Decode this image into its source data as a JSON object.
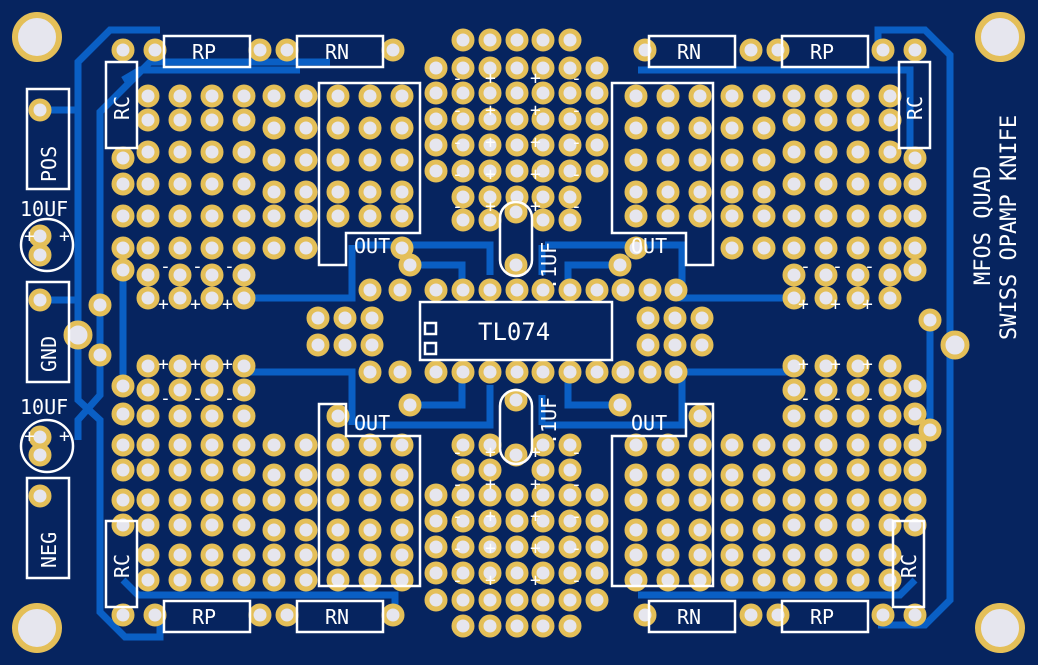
{
  "board": {
    "title_line1": "MFOS QUAD",
    "title_line2": "SWISS OPAMP KNIFE",
    "colors": {
      "substrate": "#06245f",
      "trace": "#0a5fc4",
      "pad_ring": "#e4bf58",
      "pad_hole": "#e6e6ee",
      "silkscreen": "#ffffff"
    }
  },
  "connectors": {
    "pos": "POS",
    "gnd": "GND",
    "neg": "NEG"
  },
  "capacitors": {
    "electrolytic_top": "10UF",
    "electrolytic_bottom": "10UF",
    "ceramic_top": ".1UF",
    "ceramic_bottom": ".1UF"
  },
  "ic": {
    "label": "TL074"
  },
  "resistors": {
    "top_left_rp": "RP",
    "top_left_rn": "RN",
    "top_right_rn": "RN",
    "top_right_rp": "RP",
    "bottom_left_rp": "RP",
    "bottom_left_rn": "RN",
    "bottom_right_rn": "RN",
    "bottom_right_rp": "RP",
    "rc_top_left": "RC",
    "rc_top_right": "RC",
    "rc_bottom_left": "RC",
    "rc_bottom_right": "RC"
  },
  "outputs": {
    "top_left": "OUT",
    "top_right": "OUT",
    "bottom_left": "OUT",
    "bottom_right": "OUT"
  },
  "polarity": {
    "plus": "+",
    "minus": "-"
  }
}
